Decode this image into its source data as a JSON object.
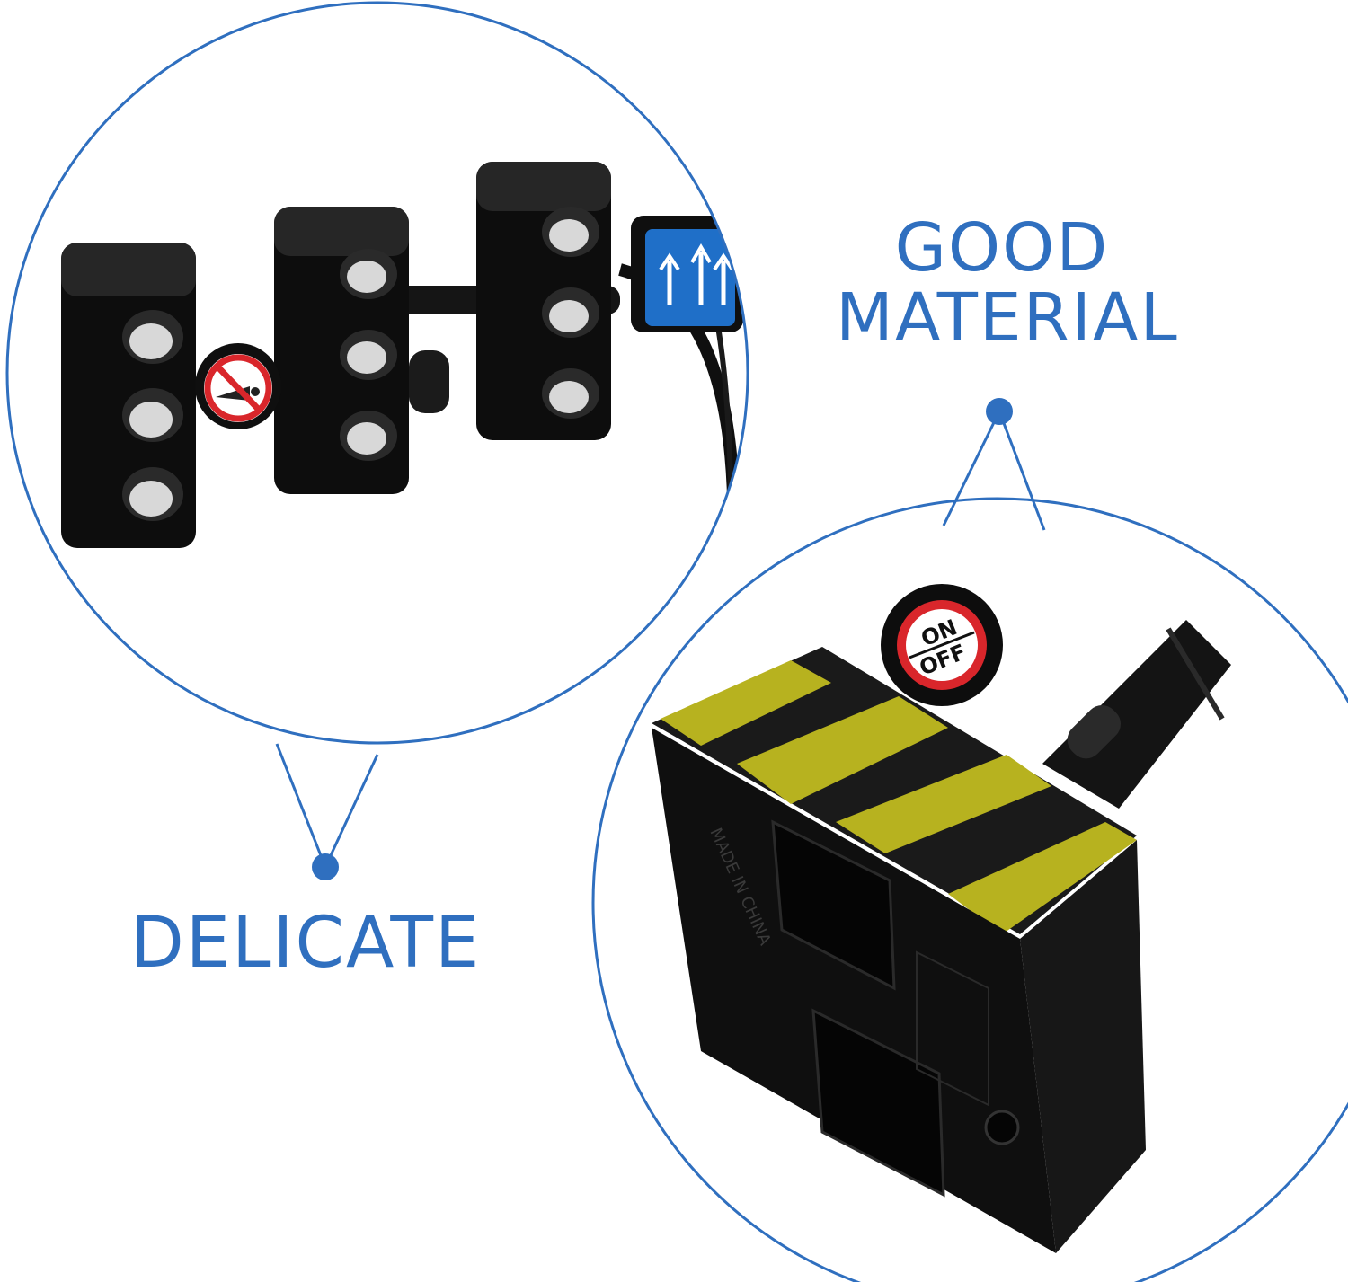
{
  "captions": {
    "good_line1": "GOOD",
    "good_line2": "MATERIAL",
    "delicate": "DELICATE"
  },
  "labels": {
    "switch_on": "ON",
    "switch_off": "OFF",
    "base_marking": "MADE IN CHINA"
  },
  "colors": {
    "accent": "#2f6fbf",
    "plastic": "#111111",
    "stripe": "#b7b21f",
    "sign_blue": "#1f6fc8",
    "sign_red": "#d9262b"
  }
}
